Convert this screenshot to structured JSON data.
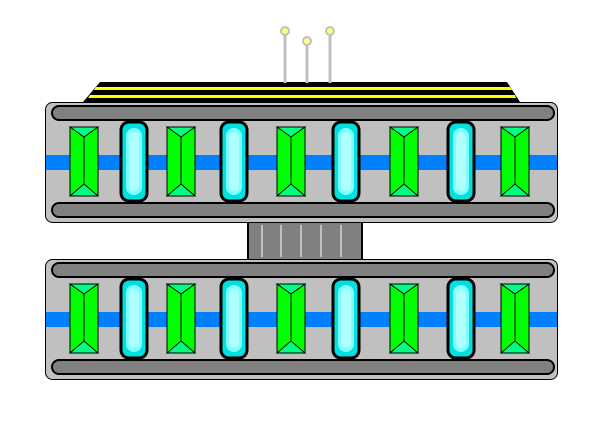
{
  "colors": {
    "background": "#ffffff",
    "hull": "#c0c0c0",
    "rail": "#808080",
    "outline": "#000000",
    "stripe": "#0080ff",
    "gem": "#00ff00",
    "gem_facet": "#00ff80",
    "capsule_outer": "#00e0e0",
    "capsule_mid": "#80ffff",
    "capsule_inner": "#b0ffff",
    "roof_stripe": "#ffff00",
    "antenna": "#c0c0c0",
    "antenna_light": "#ffff80",
    "connector_line": "#c0c0c0"
  },
  "modules": [
    {
      "gems": 5,
      "capsules": 4
    },
    {
      "gems": 5,
      "capsules": 4
    }
  ],
  "antennas": 3
}
